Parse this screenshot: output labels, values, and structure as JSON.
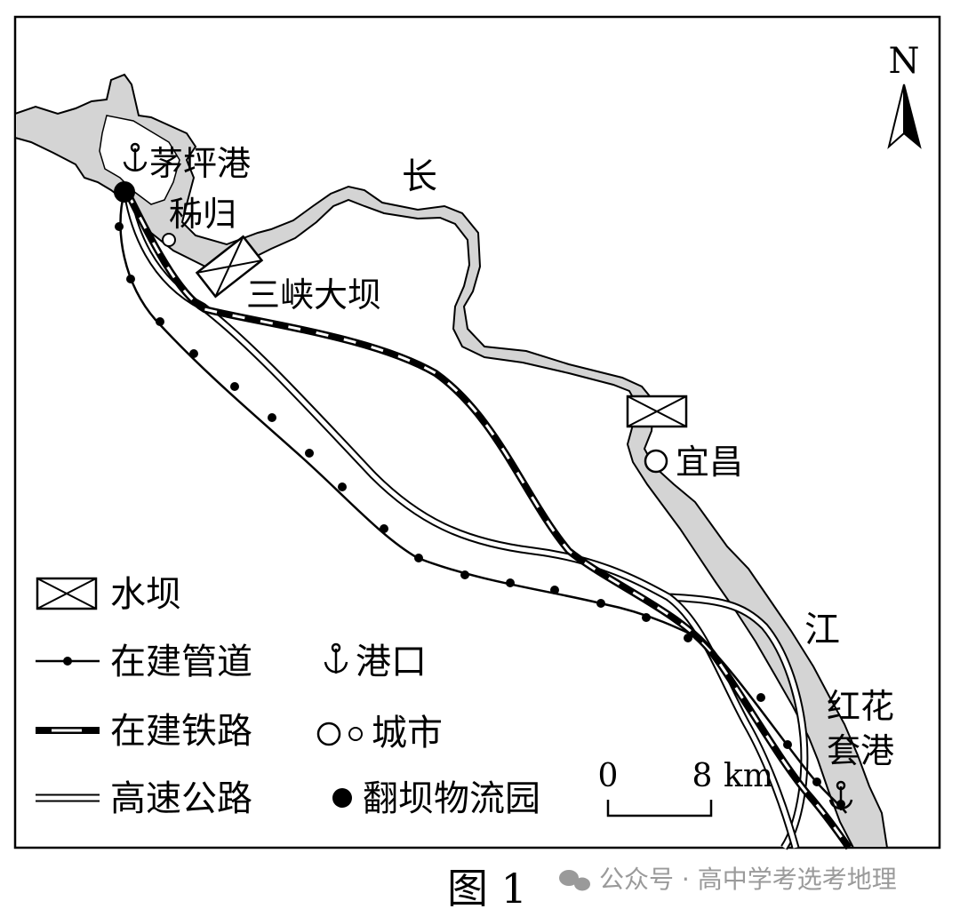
{
  "map": {
    "north": "N",
    "labels": {
      "maoping_port": "茅坪港",
      "zigui": "秭归",
      "three_gorges_dam": "三峡大坝",
      "yichang": "宜昌",
      "honghuatao_port": [
        "红花",
        "套港"
      ],
      "river_char_1": "长",
      "river_char_2": "江"
    },
    "legend": {
      "dam": "水坝",
      "pipeline": "在建管道",
      "port": "港口",
      "railway": "在建铁路",
      "city": "城市",
      "highway": "高速公路",
      "logistics_park": "翻坝物流园"
    },
    "scale": {
      "zero": "0",
      "max": "8",
      "unit": "km"
    },
    "colors": {
      "river": "#d4d4d4",
      "line": "#000000"
    }
  },
  "caption": "图 1",
  "watermark": "公众号 · 高中学考选考地理"
}
